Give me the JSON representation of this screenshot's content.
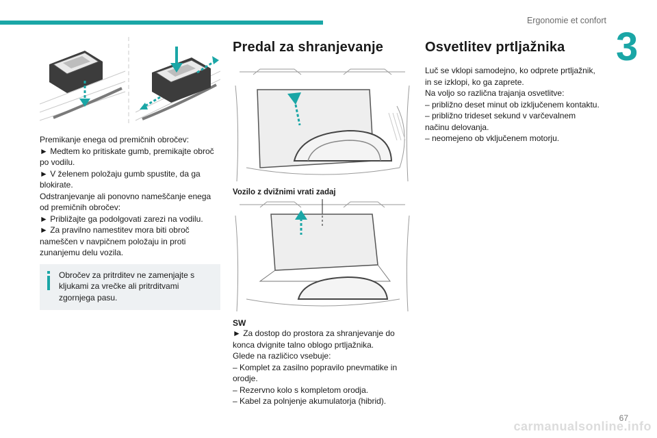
{
  "header": {
    "section_title": "Ergonomie et confort",
    "chapter_number": "3"
  },
  "column1": {
    "paragraphs": [
      "Premikanje enega od premičnih obročev:",
      "► Medtem ko pritiskate gumb, premikajte obroč",
      "po vodilu.",
      "► V želenem položaju gumb spustite, da ga",
      "blokirate.",
      "Odstranjevanje ali ponovno nameščanje enega",
      "od premičnih obročev:",
      "► Približajte ga podolgovati zarezi na vodilu.",
      "► Za pravilno namestitev mora biti obroč",
      "nameščen v navpičnem položaju in proti",
      "zunanjemu delu vozila."
    ],
    "note_lines": [
      "Obročev za pritrditev ne zamenjajte s",
      "kljukami za vrečke ali pritrditvami",
      "zgornjega pasu."
    ]
  },
  "column2": {
    "heading": "Predal za shranjevanje",
    "caption": "Vozilo z dvižnimi vrati zadaj",
    "sub_label": "SW",
    "paragraphs": [
      "► Za dostop do prostora za shranjevanje do",
      "konca dvignite talno oblogo prtljažnika.",
      "Glede na različico vsebuje:",
      "– Komplet za zasilno popravilo pnevmatike in",
      "orodje.",
      "– Rezervno kolo s kompletom orodja.",
      "– Kabel za polnjenje akumulatorja (hibrid)."
    ]
  },
  "column3": {
    "heading": "Osvetlitev prtljažnika",
    "paragraphs": [
      "Luč se vklopi samodejno, ko odprete prtljažnik,",
      "in se izklopi, ko ga zaprete.",
      "Na voljo so različna trajanja osvetlitve:",
      "– približno deset minut ob izključenem kontaktu.",
      "– približno trideset sekund v varčevalnem",
      "načinu delovanja.",
      "– neomejeno ob vključenem motorju."
    ]
  },
  "footer": {
    "page_number": "67",
    "watermark": "carmanualsonline.info"
  },
  "colors": {
    "accent": "#1aa6a6",
    "note_bg": "#eef1f3",
    "text": "#1a1a1a"
  }
}
